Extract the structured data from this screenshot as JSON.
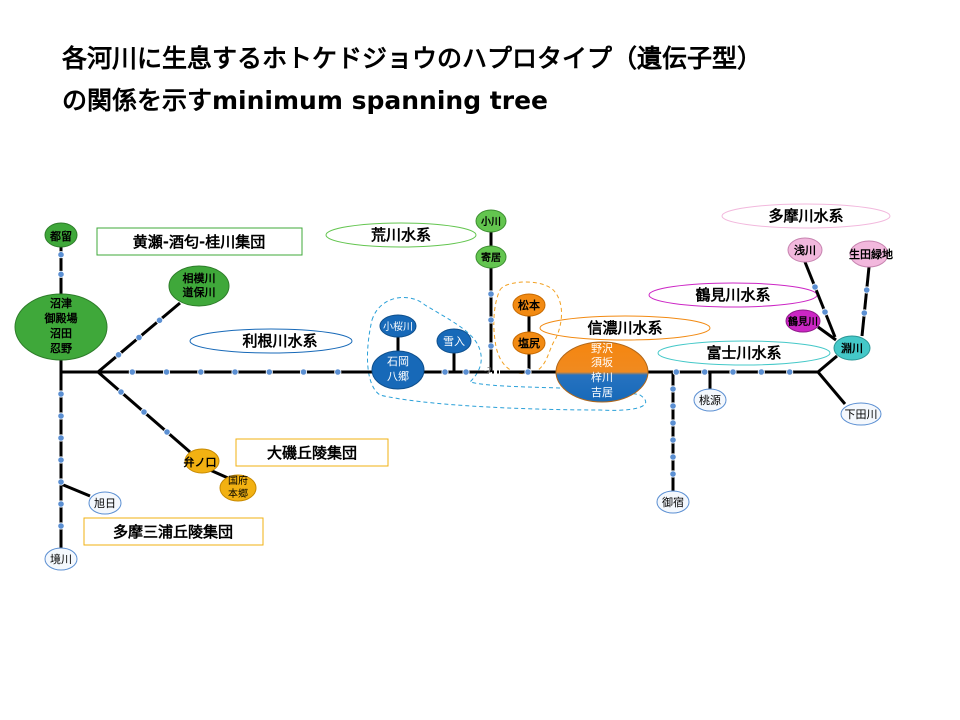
{
  "title": {
    "line1": "各河川に生息するホトケドジョウのハプロタイプ（遺伝子型）",
    "line2": "の関係を示すminimum spanning tree"
  },
  "connector_label": "-2",
  "groups": {
    "kise": "黄瀬-酒匂-桂川集団",
    "oiso": "大磯丘陵集団",
    "tama_miura": "多摩三浦丘陵集団"
  },
  "systems": {
    "arakawa": "荒川水系",
    "tone": "利根川水系",
    "shinano": "信濃川水系",
    "tamagawa": "多摩川水系",
    "tsurumi": "鶴見川水系",
    "fuji": "富士川水系"
  },
  "nodes": {
    "tsuru": "都留",
    "numazu": [
      "沼津",
      "御殿場",
      "沼田",
      "忍野"
    ],
    "sagami": [
      "相模川",
      "道保川"
    ],
    "asahi": "旭日",
    "sakai": "境川",
    "bennokuchi": "弁ノ口",
    "kokufu": [
      "国府",
      "本郷"
    ],
    "kozakura": "小桜川",
    "ishioka": [
      "石岡",
      "八郷"
    ],
    "yukiiri": "雪入",
    "ogawa": "小川",
    "yorii": "寄居",
    "matsumoto": "松本",
    "shiojiri": "塩尻",
    "nozawa": [
      "野沢",
      "須坂",
      "梓川",
      "吉居"
    ],
    "momogen": "桃源",
    "mishuku": "御宿",
    "asakawa": "浅川",
    "ikuta": "生田緑地",
    "tsurumi": "鶴見川",
    "kanagawa": "淵川",
    "shimotagawa": "下田川"
  },
  "colors": {
    "green": "#3fa83a",
    "green_light": "#63c54f",
    "blue": "#1769b8",
    "orange": "#f28a12",
    "yellow": "#f2b112",
    "pink": "#f2b8dd",
    "magenta": "#cc26c5",
    "teal": "#44c8c8",
    "white_node": "#f4f8fd",
    "edge": "#000000",
    "dot": "#5b8fd2"
  }
}
